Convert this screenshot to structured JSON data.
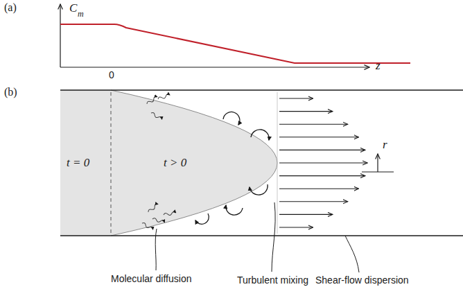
{
  "diagram": {
    "labels": [
      "(a)",
      "C",
      "m",
      "z",
      "0",
      "(b)",
      "t = 0",
      "t > 0",
      "r",
      "Molecular diffusion",
      "Turbulent mixing",
      "Shear-flow dispersion"
    ]
  }
}
